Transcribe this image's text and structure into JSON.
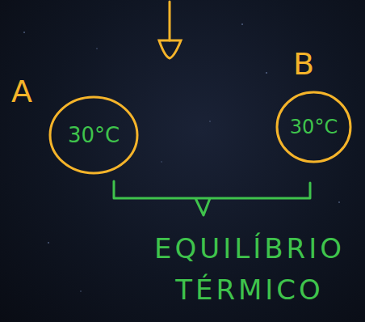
{
  "diagram": {
    "nodes": [
      {
        "text": [
          "A",
          "30°C"
        ]
      },
      {
        "text": [
          "B",
          "30°C"
        ]
      }
    ],
    "labels": [
      "EQUILÍBRIO TÉRMICO"
    ]
  }
}
